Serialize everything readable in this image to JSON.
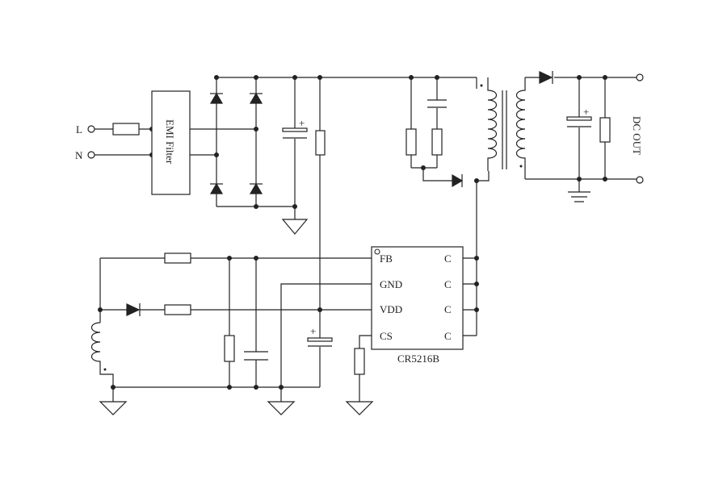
{
  "labels": {
    "line": "L",
    "neutral": "N",
    "emi_filter": "EMI Filter",
    "dc_out": "DC OUT",
    "chip_name": "CR5216B",
    "pin_fb": "FB",
    "pin_gnd": "GND",
    "pin_vdd": "VDD",
    "pin_cs": "CS",
    "pin_c1": "C",
    "pin_c2": "C",
    "pin_c3": "C",
    "pin_c4": "C",
    "plus": "+"
  }
}
